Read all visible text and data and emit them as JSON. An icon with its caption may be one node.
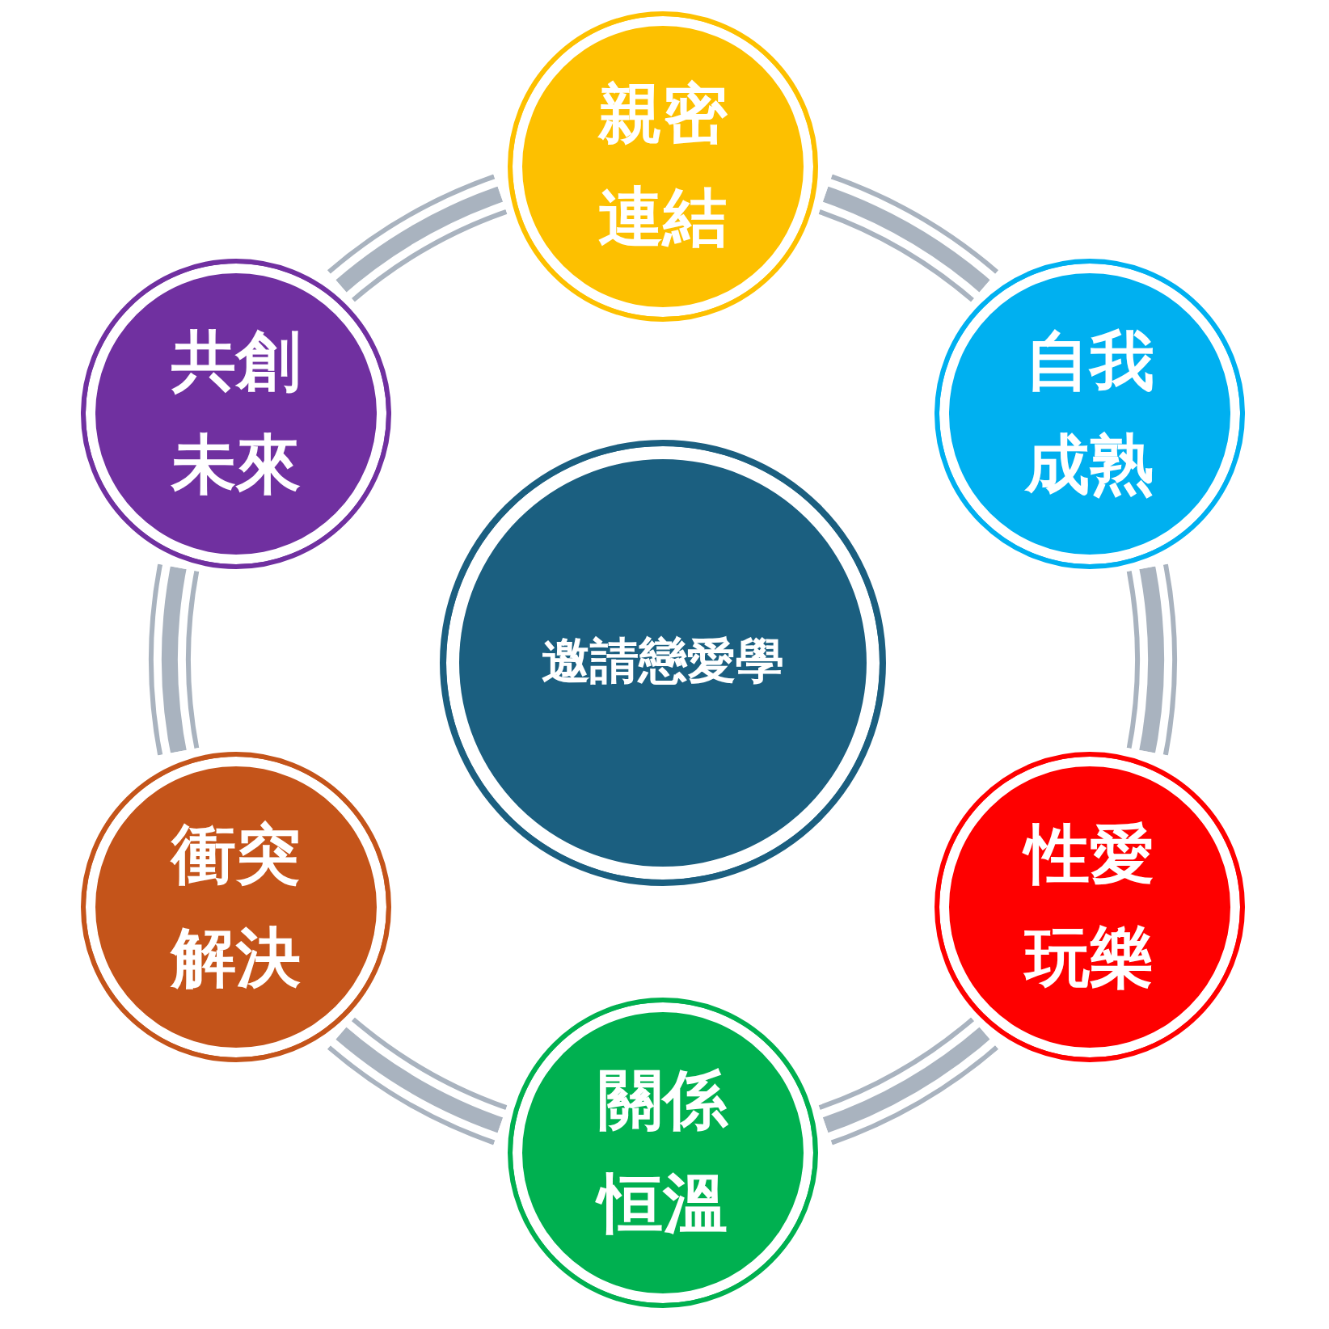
{
  "diagram": {
    "nodes": [
      {
        "text": [
          "邀請戀愛學"
        ]
      },
      {
        "text": [
          "親密連結"
        ]
      },
      {
        "text": [
          "自我成熟"
        ]
      },
      {
        "text": [
          "性愛玩樂"
        ]
      },
      {
        "text": [
          "關係恒溫"
        ]
      },
      {
        "text": [
          "衝突解決"
        ]
      },
      {
        "text": [
          "共創未來"
        ]
      }
    ],
    "edges": [
      {
        "from": 1,
        "to": 2,
        "arrow": "none"
      },
      {
        "from": 2,
        "to": 3,
        "arrow": "none"
      },
      {
        "from": 3,
        "to": 4,
        "arrow": "none"
      },
      {
        "from": 4,
        "to": 5,
        "arrow": "none"
      },
      {
        "from": 5,
        "to": 6,
        "arrow": "none"
      },
      {
        "from": 6,
        "to": 1,
        "arrow": "none"
      }
    ]
  }
}
